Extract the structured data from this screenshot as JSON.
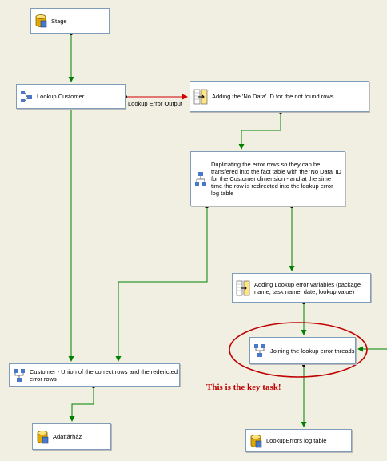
{
  "nodes": {
    "stage": "Stage",
    "lookup_customer": "Lookup Customer",
    "adding_no_data": "Adding the 'No Data' ID for the not found rows",
    "duplicating": "Duplicating the error rows so they can be transfered into the fact table with the 'No Data' ID for the Customer dimension - and at the sime time the row is redirected into the lookup error log table",
    "adding_lookup_vars": "Adding Lookup error variables (package name, task name, date, lookup value)",
    "joining": "Joining the lookup error threads",
    "customer_union": "Customer - Union of the correct rows and the redericted error rows",
    "adattarhaz": "Adattárház",
    "lookup_errors_log": "LookupErrors log table"
  },
  "connector_label": "Lookup Error Output",
  "callout": "This is the key task!",
  "colors": {
    "flow": "#008000",
    "error_flow": "#d00000",
    "highlight": "#c00000",
    "background": "#f1efe2"
  },
  "icons": {
    "stage": "database-cylinder-icon",
    "lookup_customer": "lookup-icon",
    "adding_no_data": "derived-column-icon",
    "duplicating": "multicast-icon",
    "adding_lookup_vars": "derived-column-icon",
    "joining": "union-all-icon",
    "customer_union": "union-all-icon",
    "adattarhaz": "database-cylinder-icon",
    "lookup_errors_log": "database-cylinder-icon"
  }
}
